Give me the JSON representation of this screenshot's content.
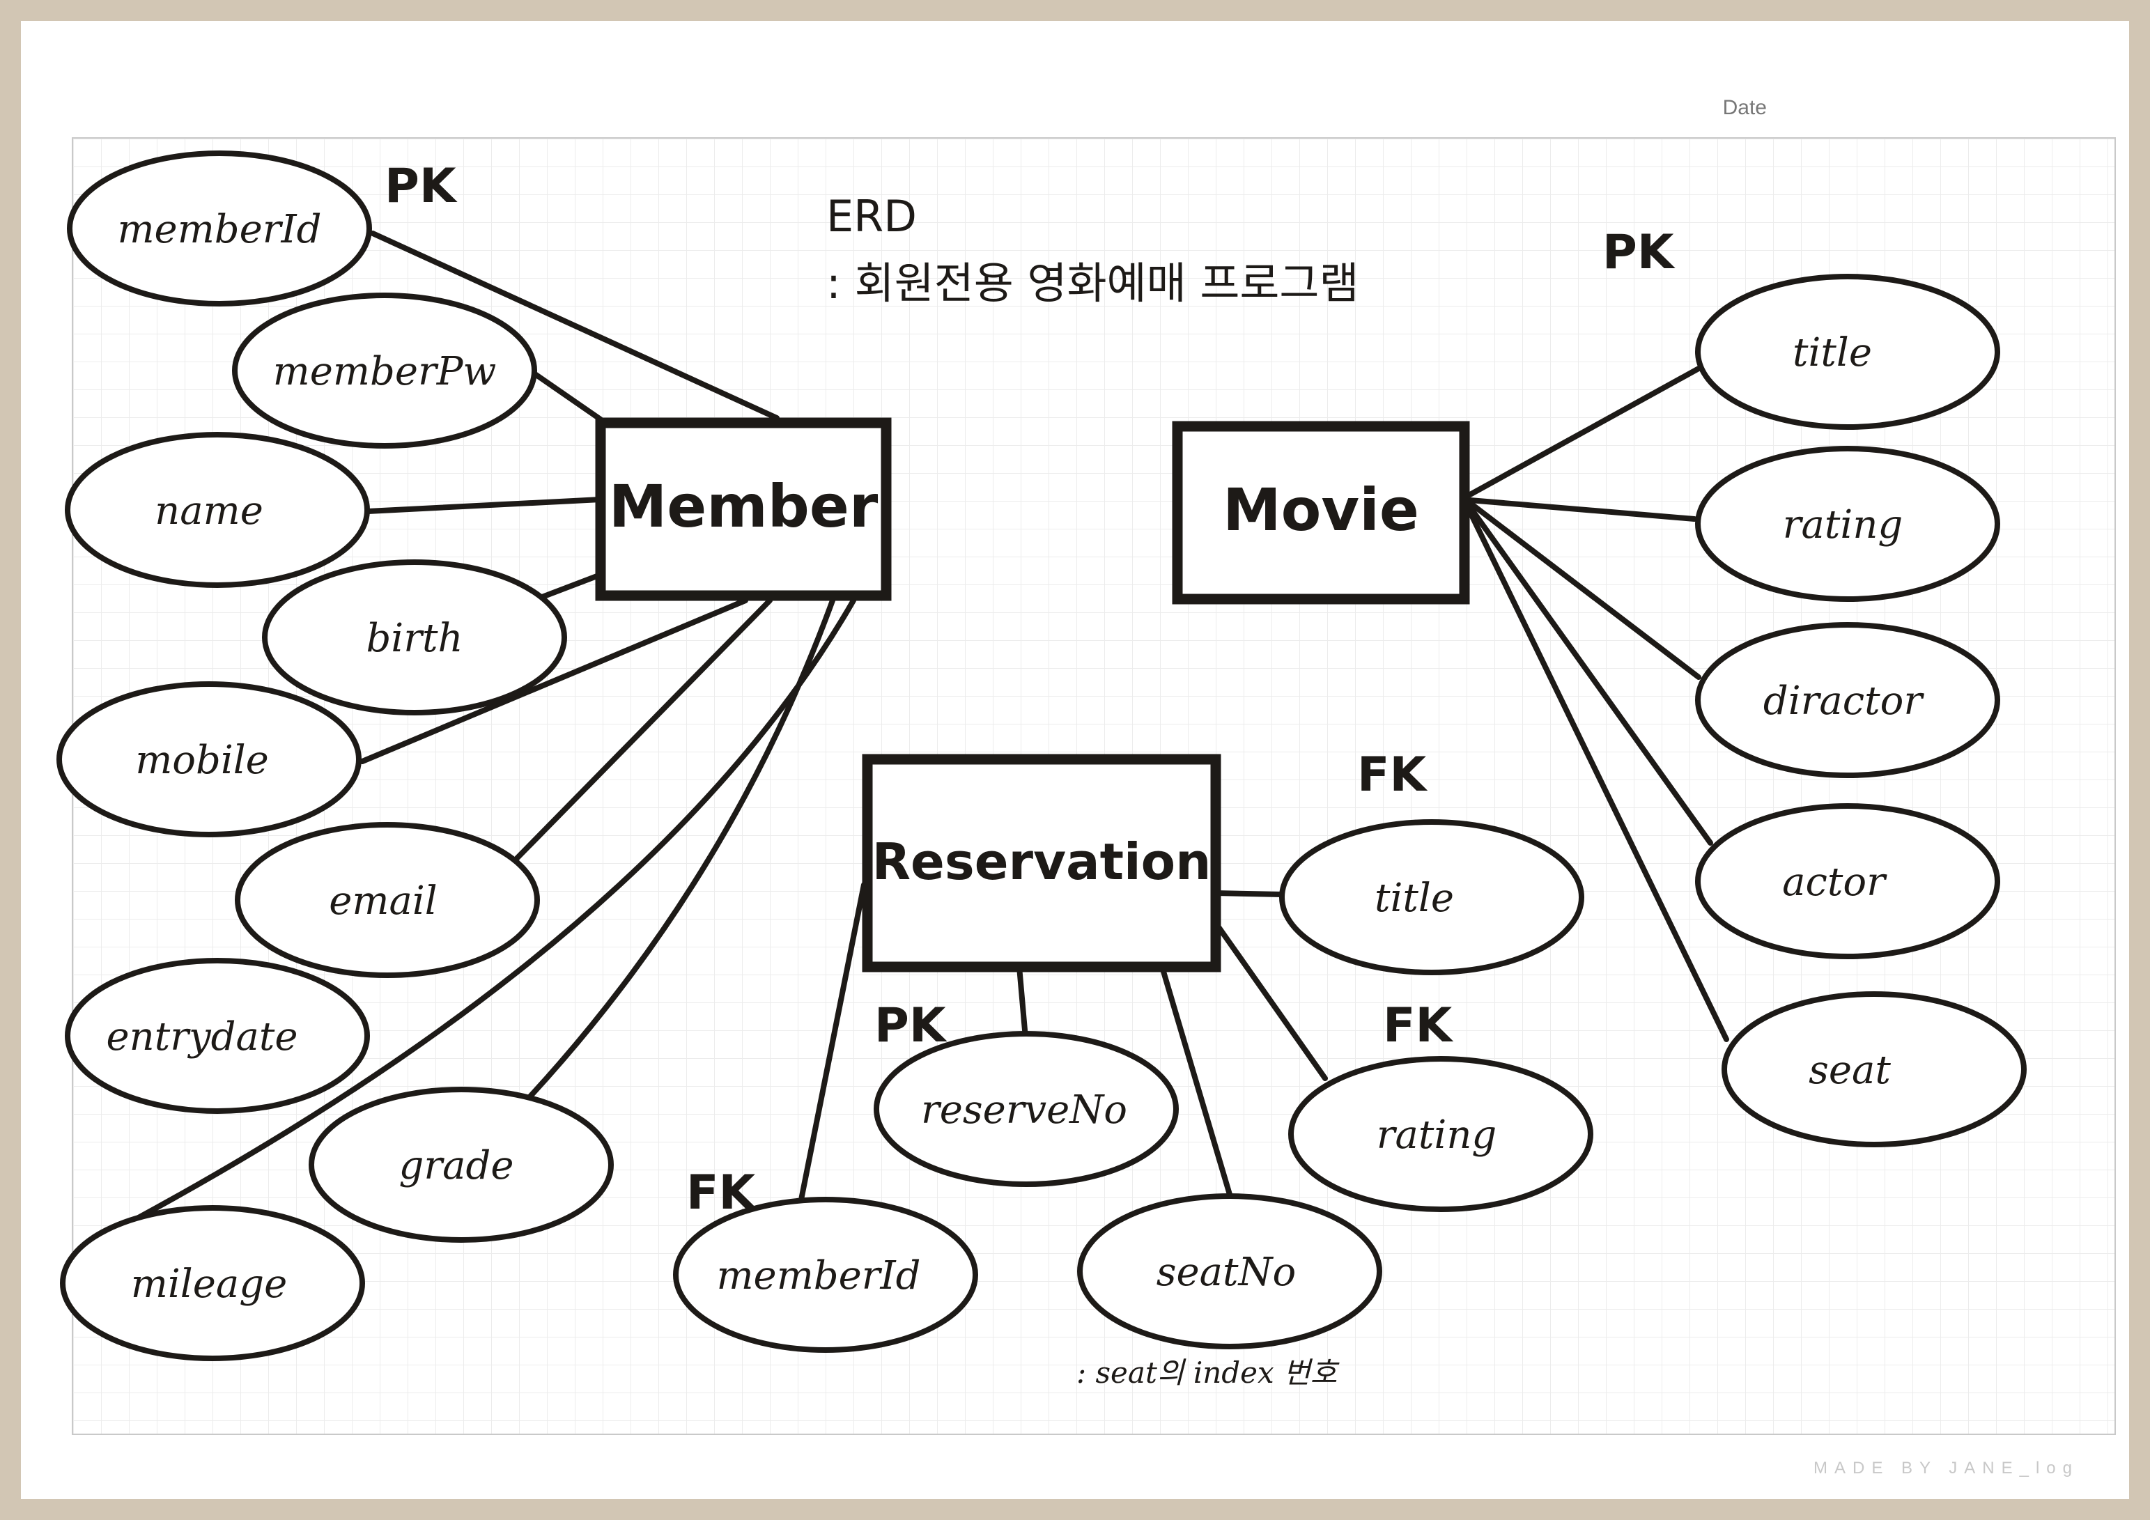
{
  "header": {
    "date_label": "Date"
  },
  "footer": {
    "credit": "MADE BY JANE_log"
  },
  "diagram": {
    "title": "ERD",
    "subtitle": ": 회원전용 영화예매 프로그램",
    "entities": {
      "member": "Member",
      "movie": "Movie",
      "reservation": "Reservation"
    },
    "member_attributes": [
      "memberId",
      "memberPw",
      "name",
      "birth",
      "mobile",
      "email",
      "entrydate",
      "grade",
      "mileage"
    ],
    "movie_attributes": [
      "title",
      "rating",
      "diractor",
      "actor",
      "seat"
    ],
    "reservation_attributes": [
      "title",
      "rating",
      "reserveNo",
      "memberId",
      "seatNo"
    ],
    "key_tags": {
      "member_memberId": "PK",
      "movie_title": "PK",
      "reservation_title": "FK",
      "reservation_rating": "FK",
      "reservation_reserveNo": "PK",
      "reservation_memberId": "FK"
    },
    "seat_note": ": seat의 index 번호"
  }
}
